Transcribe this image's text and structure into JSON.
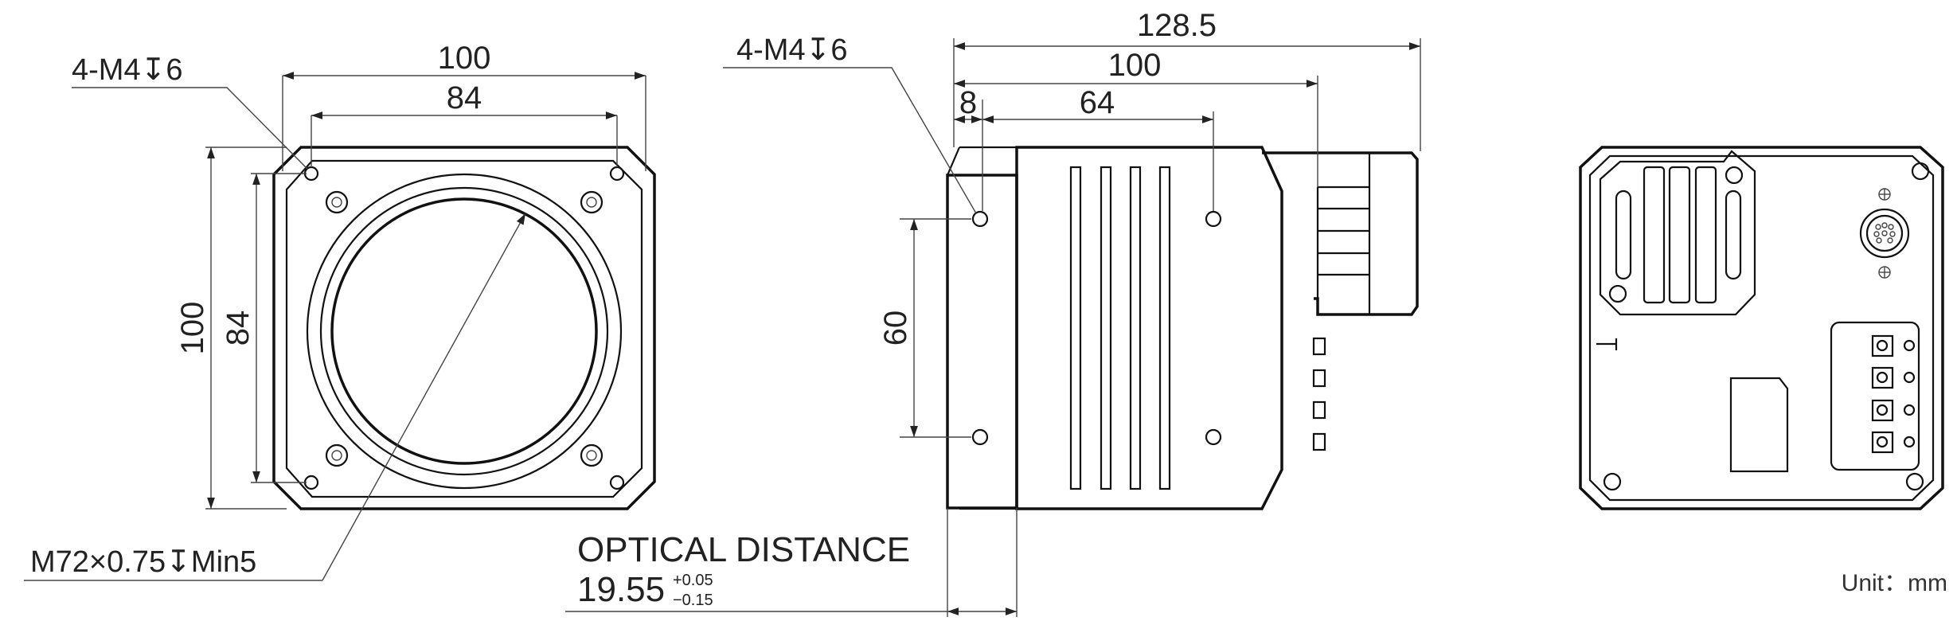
{
  "front_view": {
    "width_outer": "100",
    "width_hole_spacing": "84",
    "height_outer": "100",
    "height_hole_spacing": "84",
    "thread_note": "4-M4↧6",
    "mount_note": "M72×0.75↧Min5"
  },
  "side_view": {
    "total_length": "128.5",
    "body_length": "100",
    "front_offset": "8",
    "hole_spacing_horizontal": "64",
    "hole_spacing_vertical": "60",
    "thread_note": "4-M4↧6",
    "optical_label": "OPTICAL DISTANCE",
    "optical_value": "19.55",
    "tol_upper": "+0.05",
    "tol_lower": "−0.15"
  },
  "rear_view": {
    "unit_label": "Unit：mm"
  }
}
